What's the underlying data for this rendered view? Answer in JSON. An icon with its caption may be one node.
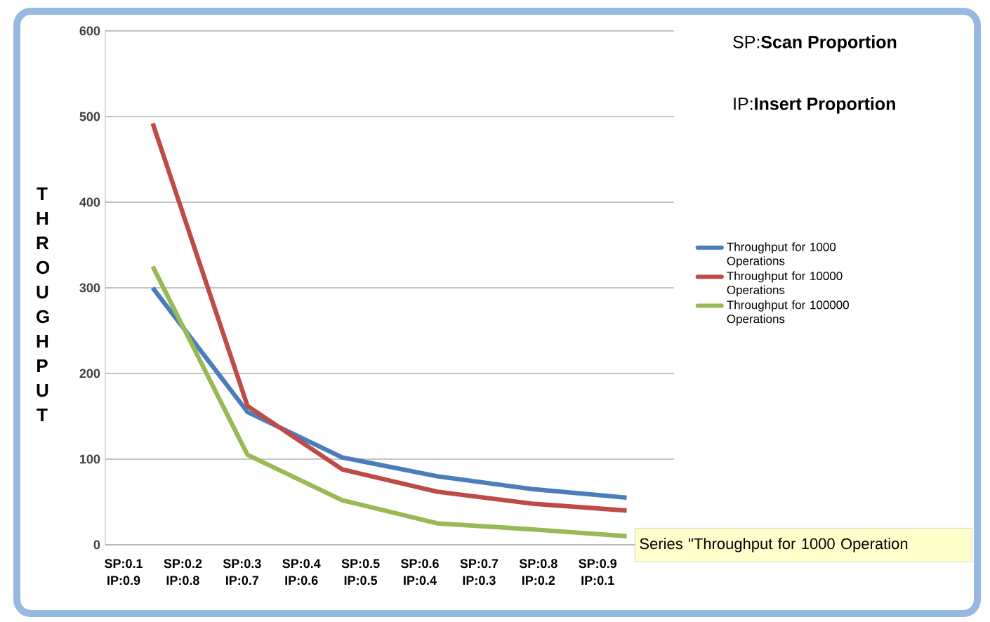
{
  "diagram": {
    "labels": [
      "SP:**Scan Proportion**",
      "IP:**Insert Proportion**",
      "SP:0.1 IP:0.9",
      "SP:0.2 IP:0.8",
      "SP:0.3 IP:0.7",
      "SP:0.4 IP:0.6",
      "SP:0.5 IP:0.5",
      "SP:0.6 IP:0.4",
      "SP:0.7 IP:0.3",
      "SP:0.8 IP:0.2",
      "SP:0.9 IP:0.1",
      "Series \"Throughput for 1000 Operation"
    ],
    "chart_data": {
      "type": "line",
      "ylabel": "T H R O U G H P U T",
      "grid": "y",
      "legend": true,
      "ylim": [
        0,
        600
      ],
      "yticks": [
        0,
        100,
        200,
        300,
        400,
        500,
        600
      ],
      "series": [
        {
          "name": "Throughput for 1000 Operations",
          "color": "#4a7ebb",
          "values": [
            300,
            155,
            102,
            80,
            65,
            55
          ]
        },
        {
          "name": "Throughput for 10000 Operations",
          "color": "#be4b48",
          "values": [
            492,
            162,
            88,
            62,
            48,
            40
          ]
        },
        {
          "name": "Throughput for 100000 Operations",
          "color": "#98b954",
          "values": [
            325,
            105,
            52,
            25,
            18,
            10
          ]
        }
      ]
    }
  }
}
